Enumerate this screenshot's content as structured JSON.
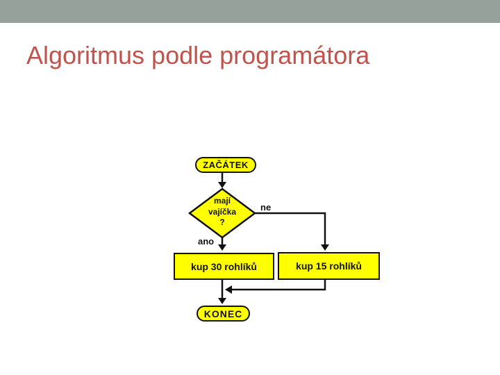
{
  "slide": {
    "title": "Algoritmus podle programátora"
  },
  "colors": {
    "slide_background": "#ffffff",
    "top_bar": "#95a19a",
    "title_text": "#c1534c",
    "shape_fill": "#ffff00",
    "shape_border": "#111111",
    "connector": "#111111",
    "node_text": "#111111"
  },
  "flowchart": {
    "start_label": "ZAČÁTEK",
    "decision": {
      "lines": [
        "mají",
        "vajíčka",
        "?"
      ]
    },
    "branch_yes_label": "ano",
    "branch_no_label": "ne",
    "action_yes_label": "kup 30 rohlíků",
    "action_no_label": "kup 15 rohlíků",
    "end_label": "KONEC"
  }
}
